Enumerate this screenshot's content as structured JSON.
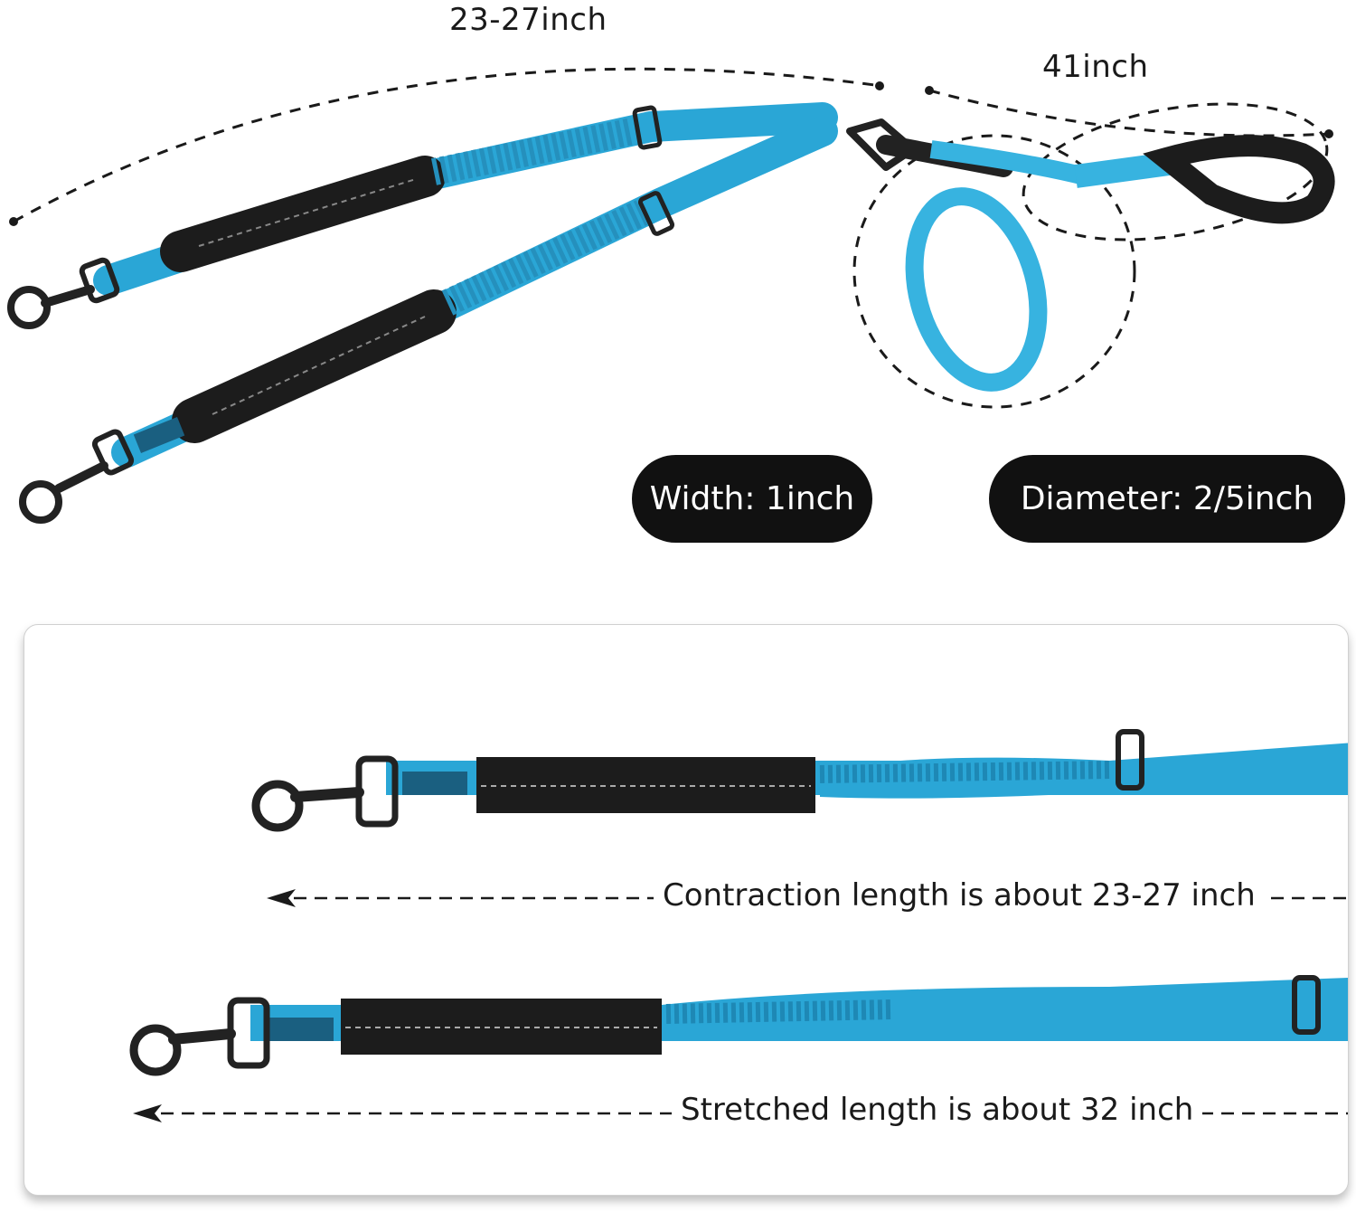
{
  "top": {
    "dimension_handles": "23-27inch",
    "dimension_rope": "41inch",
    "width_badge": "Width: 1inch",
    "diameter_badge": "Diameter: 2/5inch"
  },
  "bottom": {
    "contraction_text": "Contraction length is about 23-27 inch",
    "stretched_text": "Stretched length is about 32 inch"
  },
  "colors": {
    "leash_blue": "#2aa6d6",
    "padding_black": "#1c1c1c",
    "hardware_black": "#222222"
  }
}
